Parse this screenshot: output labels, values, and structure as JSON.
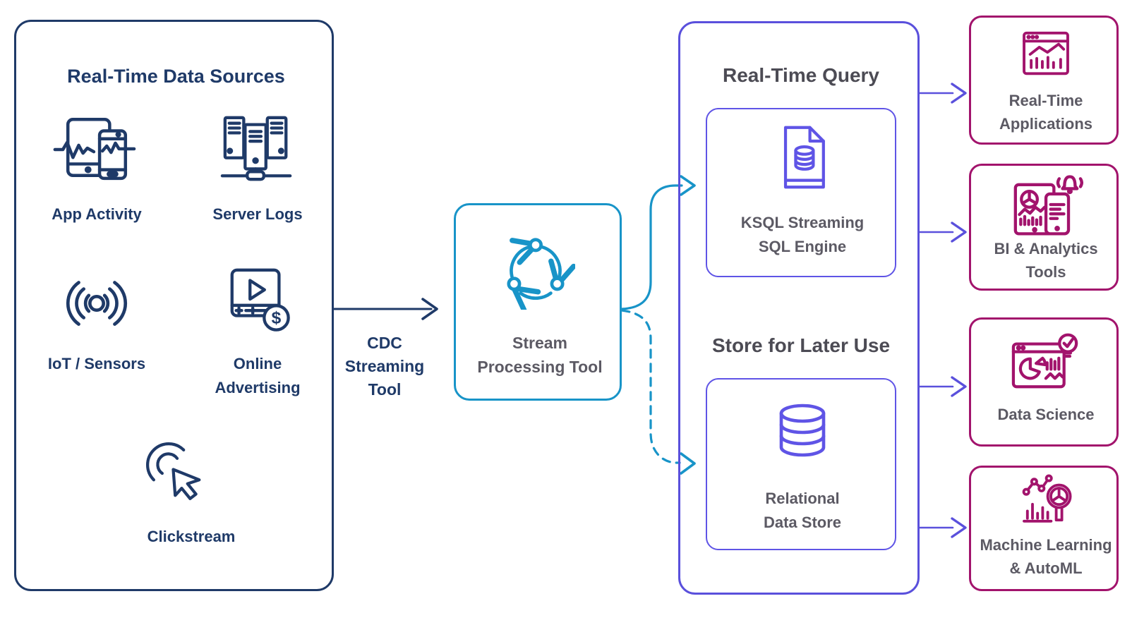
{
  "colors": {
    "navy": "#1F3A68",
    "cyan": "#1894C8",
    "purple": "#5A50DC",
    "violet": "#5F54E6",
    "magenta": "#A2136C",
    "heading_gray": "#4C4B54",
    "label_gray": "#5C5A64",
    "background": "#FFFFFF"
  },
  "sources": {
    "title": "Real-Time Data Sources",
    "items": [
      {
        "icon": "app-activity-icon",
        "lines": [
          "App Activity"
        ]
      },
      {
        "icon": "server-logs-icon",
        "lines": [
          "Server Logs"
        ]
      },
      {
        "icon": "iot-sensors-icon",
        "lines": [
          "IoT / Sensors"
        ]
      },
      {
        "icon": "online-advertising-icon",
        "lines": [
          "Online",
          "Advertising"
        ]
      },
      {
        "icon": "clickstream-icon",
        "lines": [
          "Clickstream"
        ]
      }
    ]
  },
  "cdc": {
    "lines": [
      "CDC",
      "Streaming",
      "Tool"
    ]
  },
  "stream": {
    "icon": "stream-cycle-icon",
    "lines": [
      "Stream",
      "Processing Tool"
    ]
  },
  "query": {
    "title": "Real-Time Query",
    "store_title": "Store for Later Use",
    "ksql": {
      "icon": "sql-document-icon",
      "lines": [
        "KSQL Streaming",
        "SQL Engine"
      ]
    },
    "store": {
      "icon": "database-icon",
      "lines": [
        "Relational",
        "Data Store"
      ]
    }
  },
  "destinations": [
    {
      "icon": "realtime-applications-icon",
      "lines": [
        "Real-Time",
        "Applications"
      ]
    },
    {
      "icon": "bi-analytics-icon",
      "lines": [
        "BI & Analytics",
        "Tools"
      ]
    },
    {
      "icon": "data-science-icon",
      "lines": [
        "Data Science"
      ]
    },
    {
      "icon": "ml-automl-icon",
      "lines": [
        "Machine Learning",
        "& AutoML"
      ]
    }
  ]
}
